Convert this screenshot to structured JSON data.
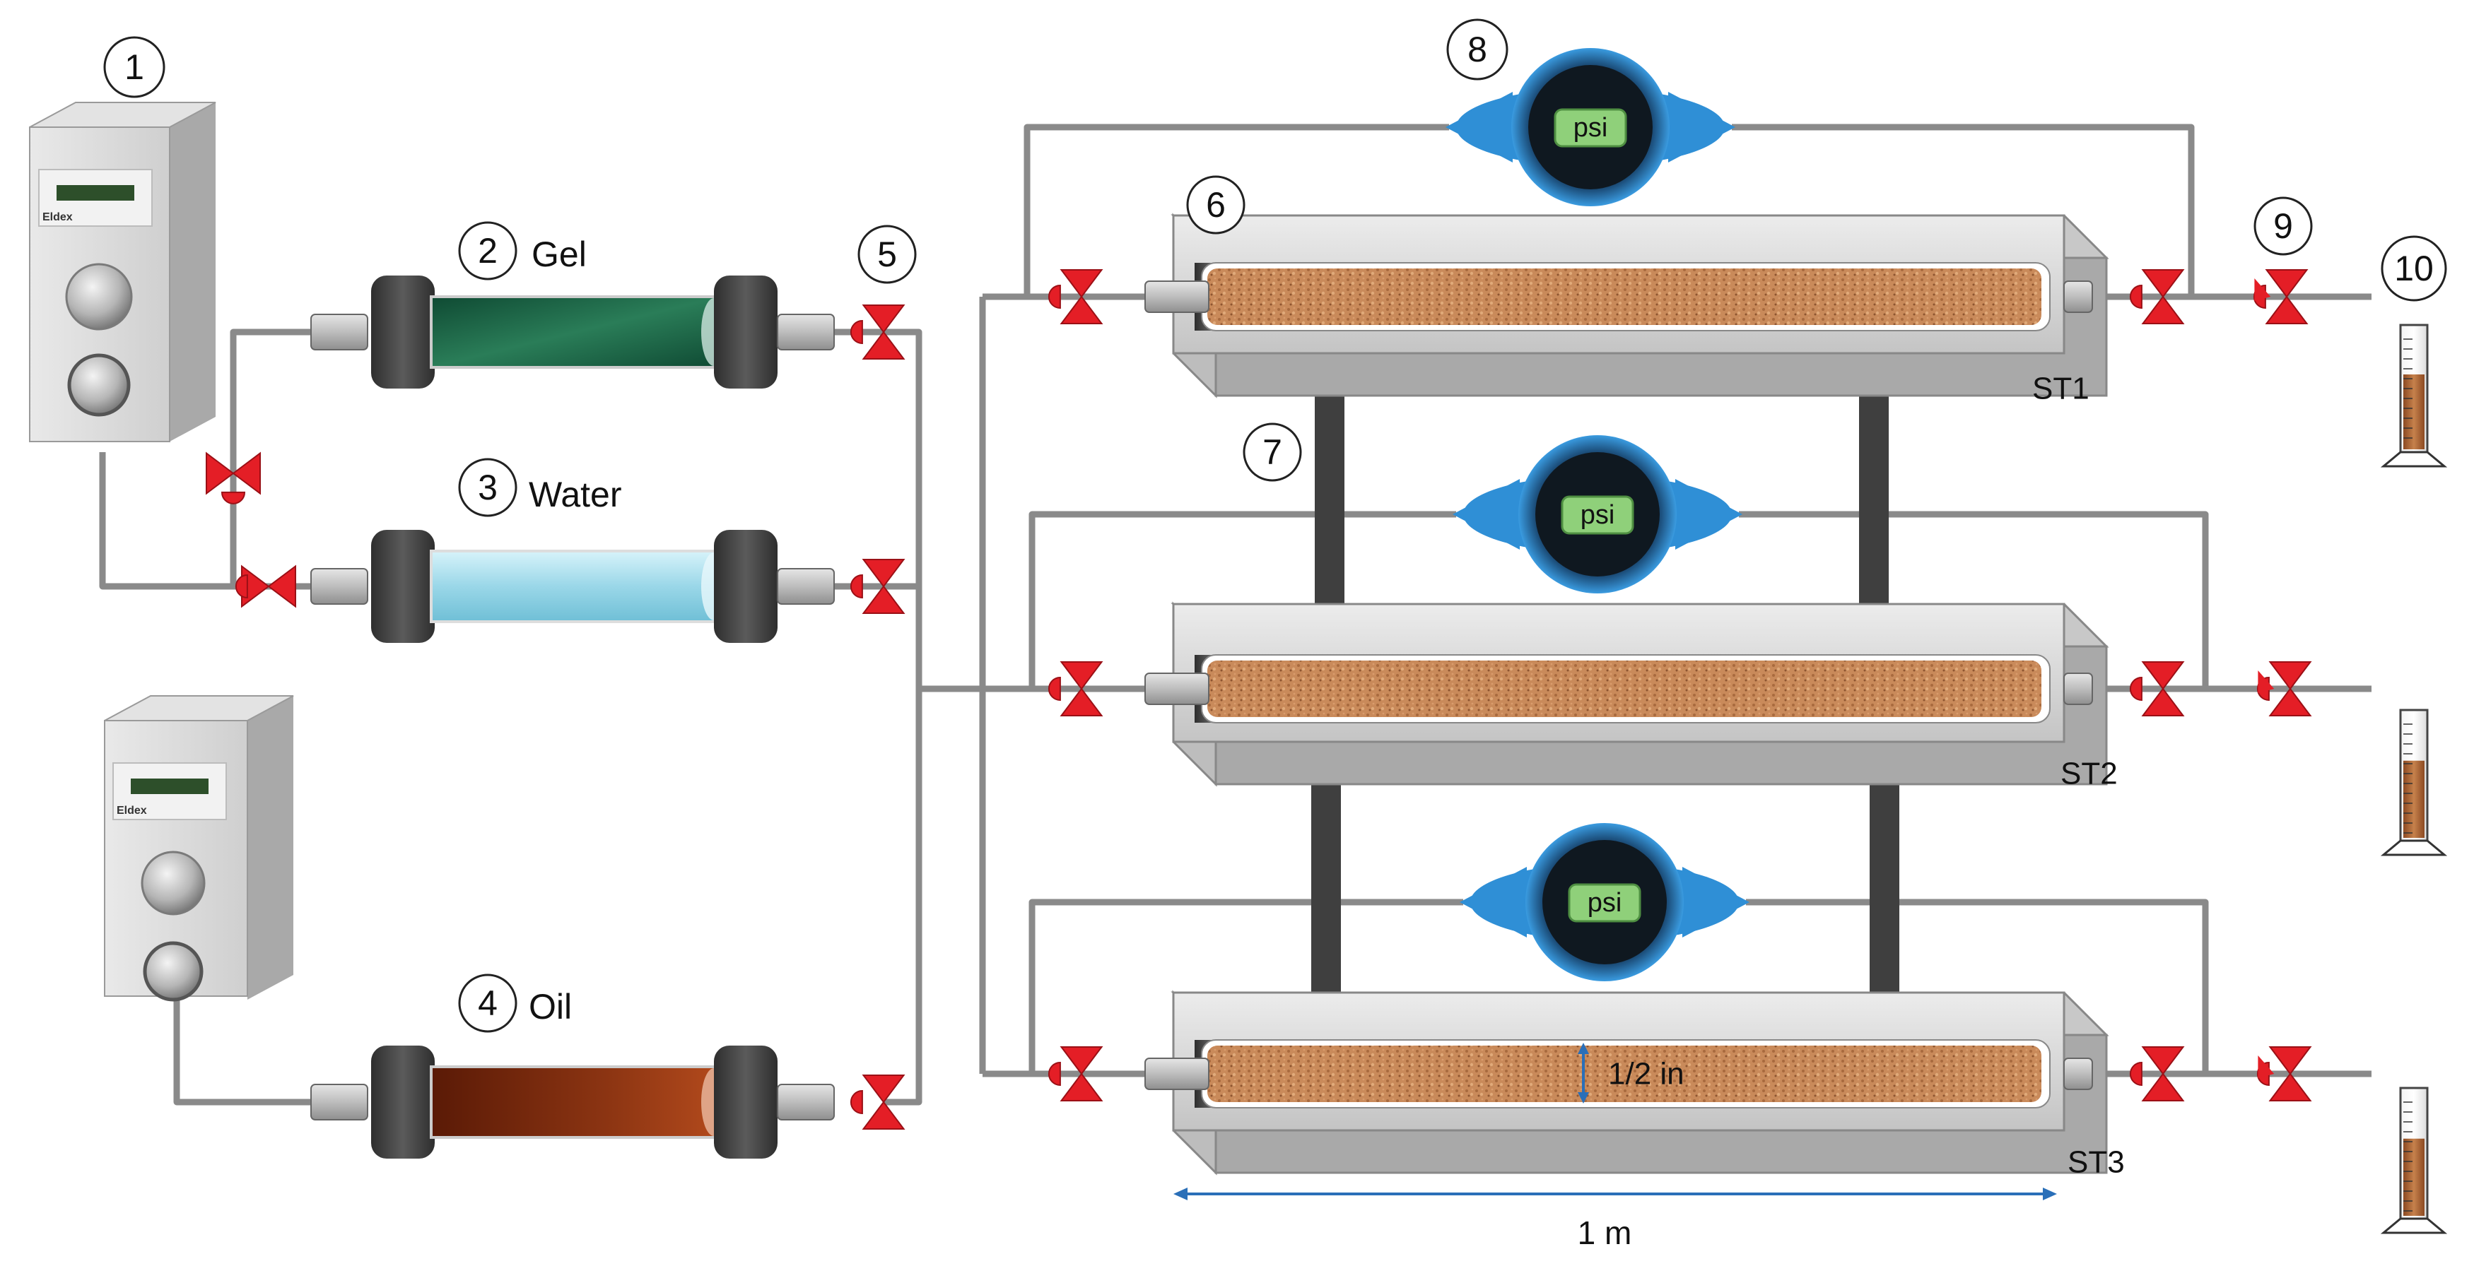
{
  "numbers": [
    "1",
    "2",
    "3",
    "4",
    "5",
    "6",
    "7",
    "8",
    "9",
    "10"
  ],
  "labels": {
    "gel": "Gel",
    "water": "Water",
    "oil": "Oil",
    "st1": "ST1",
    "st2": "ST2",
    "st3": "ST3",
    "psi": "psi",
    "diameter": "1/2 in",
    "length": "1 m",
    "pump_brand": "Eldex"
  },
  "colors": {
    "valve": "#e41e26",
    "pipe": "#8a8a8a",
    "gauge": "#2f8fd6",
    "gel": "#1f6b4a",
    "water": "#a6e0ee",
    "oil": "#7a2a0c",
    "sand": "#c98a5a",
    "dimension": "#2a6fb8"
  }
}
